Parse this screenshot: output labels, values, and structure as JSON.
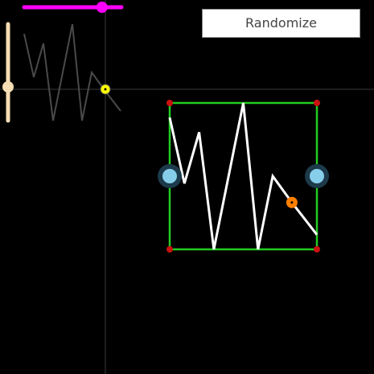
{
  "toolbar": {
    "randomize_label": "Randomize"
  },
  "controls": {
    "horizontal_slider": {
      "value": 0.8,
      "color": "#ff00ff"
    },
    "vertical_slider": {
      "value": 0.65,
      "color": "#f5deb3"
    }
  },
  "waveform": {
    "points": [
      [
        0.0,
        0.9
      ],
      [
        0.1,
        0.45
      ],
      [
        0.2,
        0.8
      ],
      [
        0.3,
        0.0
      ],
      [
        0.5,
        1.0
      ],
      [
        0.6,
        0.0
      ],
      [
        0.7,
        0.5
      ],
      [
        0.83,
        0.32
      ],
      [
        1.0,
        0.1
      ]
    ],
    "marker_t": 0.83
  },
  "colors": {
    "background": "#000000",
    "bounding_box": "#22cc22",
    "corner_handle": "#cc1111",
    "side_handle": "#87ceeb",
    "side_handle_ring": "#1c3a4a",
    "waveform_main": "#ffffff",
    "waveform_ghost": "#4a4a4a",
    "crosshair": "#3a3a3a",
    "pivot_marker": "#ffff00",
    "wave_marker": "#ff7f00"
  }
}
